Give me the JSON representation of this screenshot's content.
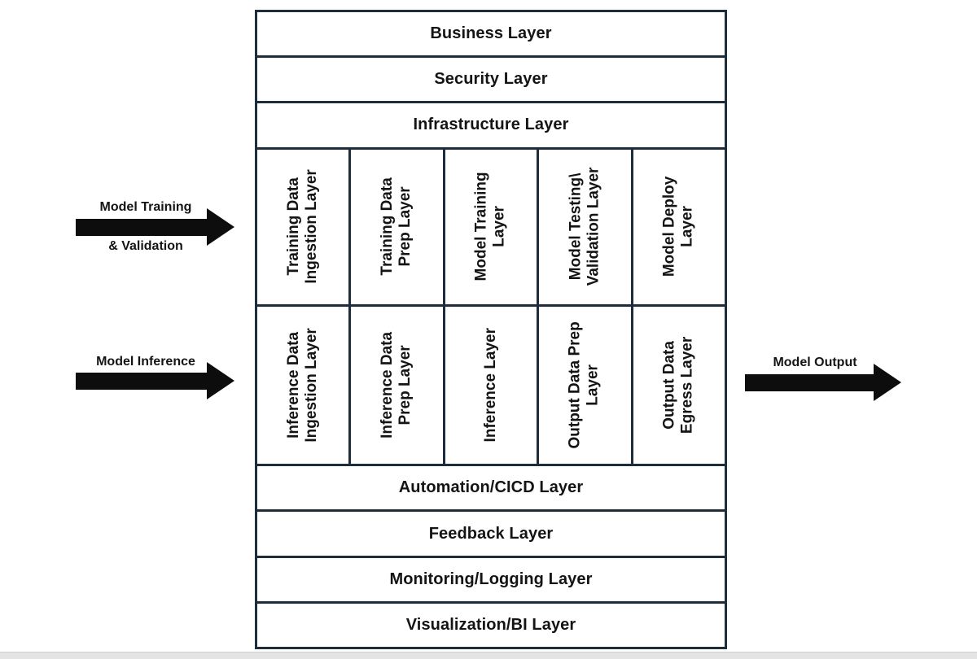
{
  "diagram": {
    "top_bars": [
      {
        "label": "Business Layer"
      },
      {
        "label": "Security Layer"
      },
      {
        "label": "Infrastructure Layer"
      }
    ],
    "training_row": {
      "columns": [
        {
          "label": "Training Data\nIngestion Layer"
        },
        {
          "label": "Training Data\nPrep Layer"
        },
        {
          "label": "Model Training\nLayer"
        },
        {
          "label": "Model Testing\\\nValidation Layer"
        },
        {
          "label": "Model Deploy\nLayer"
        }
      ]
    },
    "inference_row": {
      "columns": [
        {
          "label": "Inference Data\nIngestion Layer"
        },
        {
          "label": "Inference Data\nPrep Layer"
        },
        {
          "label": "Inference Layer"
        },
        {
          "label": "Output Data Prep\nLayer"
        },
        {
          "label": "Output Data\nEgress Layer"
        }
      ]
    },
    "bottom_bars": [
      {
        "label": "Automation/CICD Layer"
      },
      {
        "label": "Feedback Layer"
      },
      {
        "label": "Monitoring/Logging Layer"
      },
      {
        "label": "Visualization/BI Layer"
      }
    ]
  },
  "arrows": {
    "training": {
      "label_line1": "Model Training",
      "label_line2": "& Validation",
      "direction": "right"
    },
    "inference": {
      "label": "Model Inference",
      "direction": "right"
    },
    "output": {
      "label": "Model Output",
      "direction": "right"
    }
  },
  "colors": {
    "border": "#1e2d3b",
    "arrow": "#0d0d0d",
    "text": "#141414",
    "strip": "#e4e4e4"
  }
}
